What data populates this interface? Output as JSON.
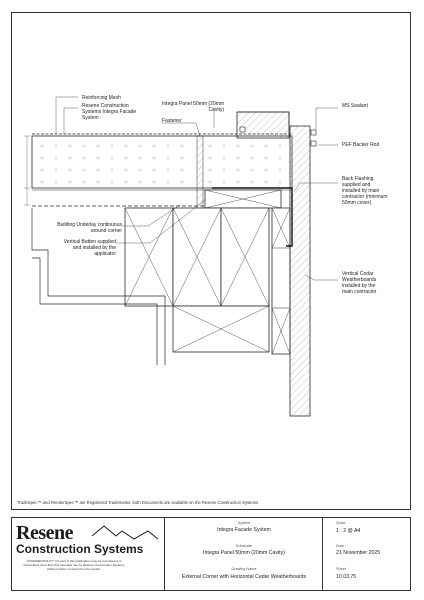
{
  "drawing": {
    "labels": {
      "reinforcing_mesh": "Reinforcing Mesh",
      "resene_line1": "Resene Construction",
      "resene_line2": "Systems Integra Facade",
      "resene_line3": "System",
      "panel_line1": "Integra Panel 50mm (20mm",
      "panel_line2": "Cavity)",
      "fastener": "Fastener",
      "ms_sealant": "MS Sealant",
      "pef_backer": "PEF Backer Rod",
      "back_line1": "Back Flashing",
      "back_line2": "supplied and",
      "back_line3": "installed by main",
      "back_line4": "contractor (minimum",
      "back_line5": "50mm cover)",
      "underlay_line1": "Building Underlay continuous",
      "underlay_line2": "around corner",
      "batten_line1": "Vertical Batten supplied",
      "batten_line2": "and installed by the",
      "batten_line3": "applicator",
      "cedar_line1": "Vertical Cedar",
      "cedar_line2": "Weatherboards",
      "cedar_line3": "installed by the",
      "cedar_line4": "main contractor"
    }
  },
  "trademark_note": "TradeSpec™ and RenderSpec™ are Registered Trademarks, both Documents are available on the Resene Construction Systems",
  "logo": {
    "line1": "Resene",
    "line2": "Construction Systems"
  },
  "confidentiality": "CONFIDENTIALITY: No part of this publication may be reproduced or transmitted other than this intended use by Resene Construction Systems without written consent from the author.",
  "title_block": {
    "system_label": "System",
    "system_value": "Integra Facade System",
    "substrate_label": "Substrate",
    "substrate_value": "Integra Panel 50mm (20mm Cavity)",
    "drawing_name_label": "Drawing Name",
    "drawing_name_value": "External Corner with Horizontal Cedar Weatherboards",
    "scale_label": "Scale",
    "scale_value": "1 : 2 @ A4",
    "date_label": "Date",
    "date_value": "21 November 2025",
    "sheet_label": "Sheet",
    "sheet_value": "10.03.75"
  },
  "colors": {
    "line": "#2a2a2a",
    "hatch": "#999999",
    "panel_cross": "#bbbbbb"
  }
}
